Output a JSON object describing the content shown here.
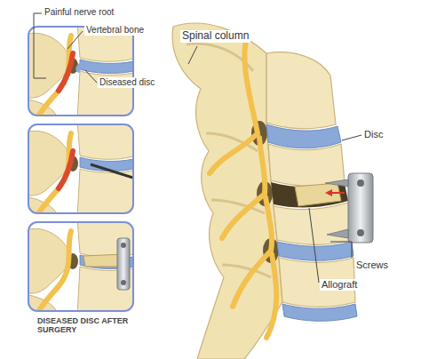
{
  "diagram": {
    "labels": [
      "Painful nerve root",
      "Vertebral bone",
      "Diseased disc",
      "Spinal column",
      "Disc",
      "Screws",
      "Allograft",
      "DISEASED DISC AFTER SURGERY"
    ]
  }
}
